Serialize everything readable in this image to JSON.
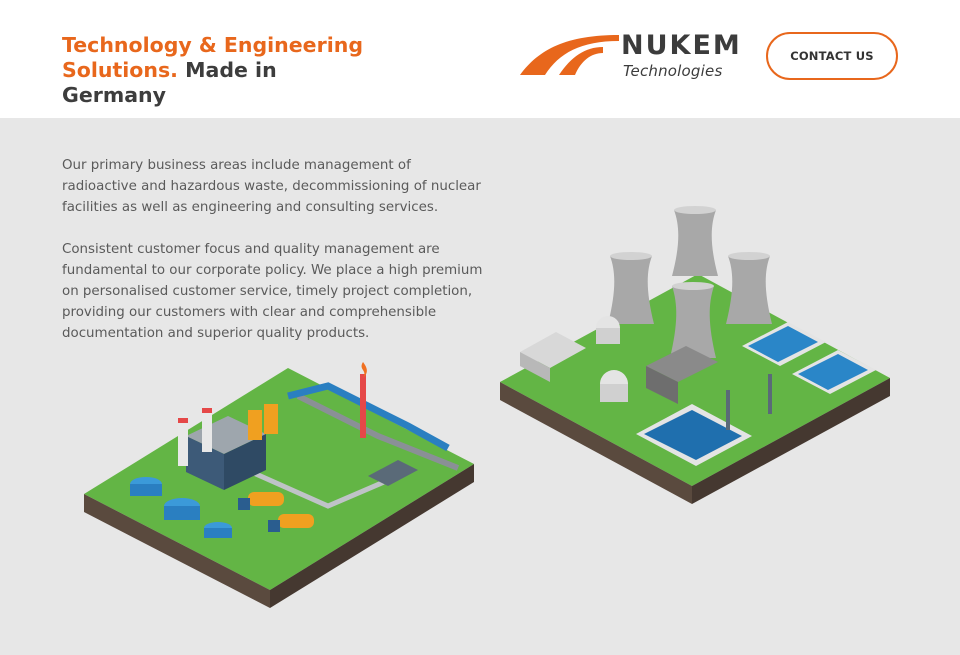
{
  "header": {
    "tagline_part1": "Technology & Engineering Solutions.",
    "tagline_part2": "Made in Germany",
    "logo_word": "NUKEM",
    "logo_sub": "Technologies",
    "contact_label": "CONTACT US"
  },
  "content": {
    "paragraph1": "Our primary business areas include management of radioactive and hazardous waste, decommissioning of nuclear facilities as well as engineering and consulting services.",
    "paragraph2": "Consistent customer focus and quality management are fundamental to our corporate policy. We place a high premium on personalised customer service, timely project completion, providing our customers with clear and comprehensible documentation and superior quality products."
  },
  "colors": {
    "accent": "#e8671c",
    "text": "#5a5a5a",
    "background": "#e7e7e7",
    "grass": "#63b545"
  }
}
